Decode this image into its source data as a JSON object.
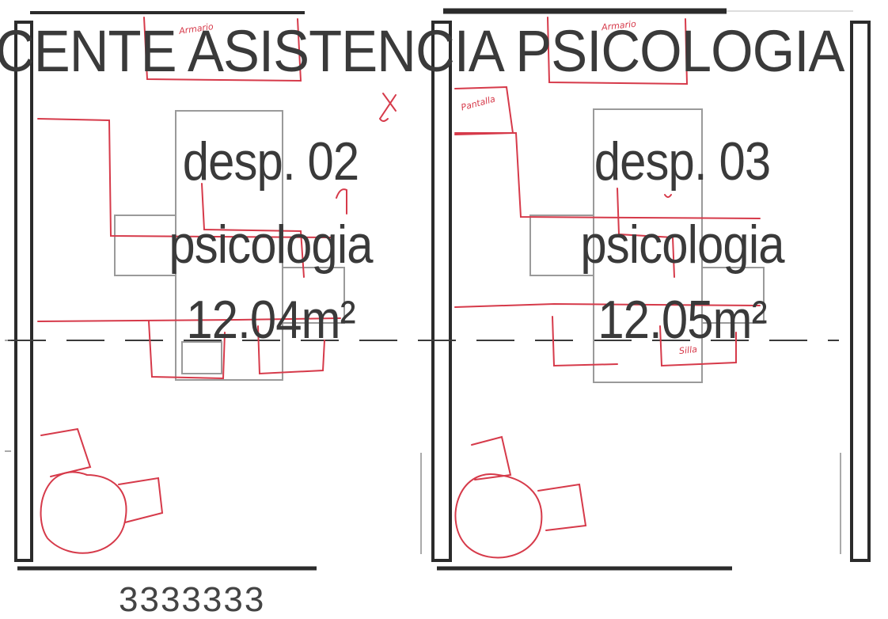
{
  "header": {
    "text": "CENTE ASISTENCIA PSICOLOGIA"
  },
  "rooms": [
    {
      "name": "desp. 02",
      "use": "psicologia",
      "area": "12.04m²"
    },
    {
      "name": "desp. 03",
      "use": "psicologia",
      "area": "12.05m²"
    }
  ],
  "annotations": {
    "top_left": "Armario",
    "top_right": "Armario",
    "side_left": "Pantalla",
    "label_right": "Silla"
  },
  "bottom_label": "3333333",
  "colors": {
    "ink": "#3a3a3a",
    "wall": "#2b2b2b",
    "markup": "#d63a4a",
    "light_line": "#9a9a9a"
  }
}
